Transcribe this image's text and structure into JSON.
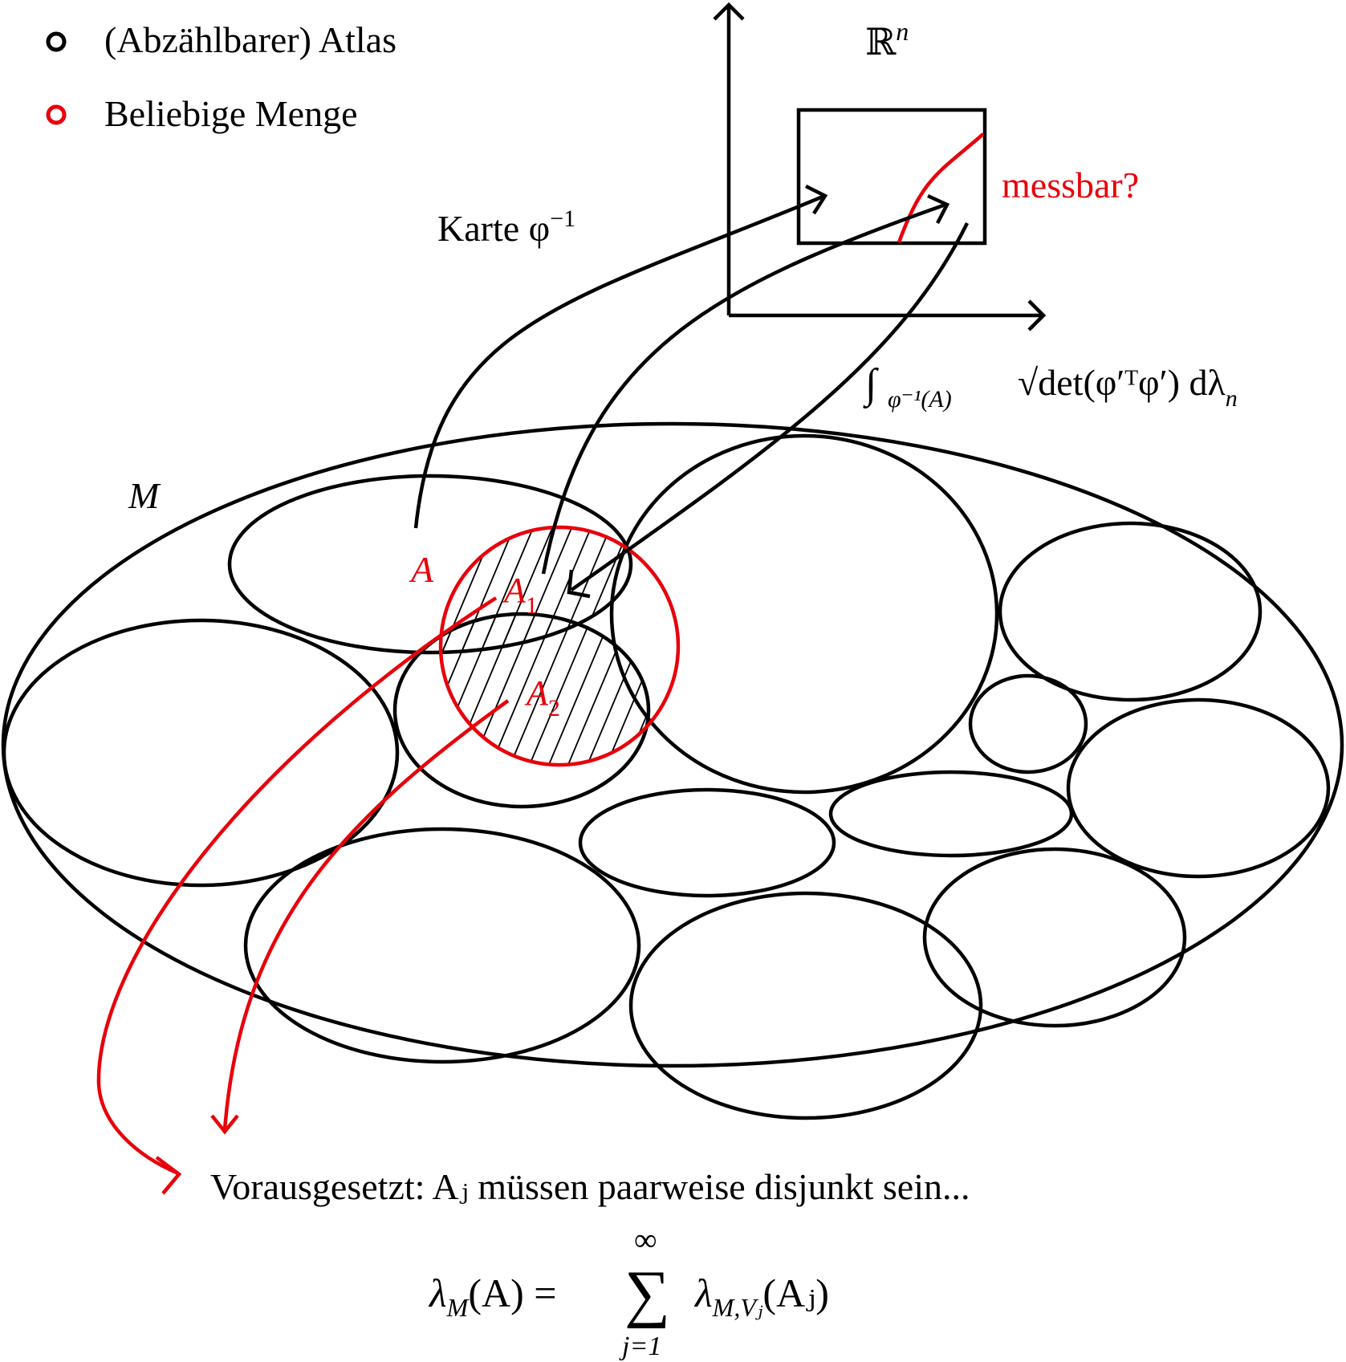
{
  "legend": {
    "atlas_label": "(Abzählbarer) Atlas",
    "set_label": "Beliebige Menge",
    "atlas_color": "#000000",
    "set_color": "#e8000b"
  },
  "labels": {
    "space": "ℝ",
    "space_sup": "n",
    "measurable": "messbar?",
    "chart": "Karte φ",
    "chart_sup": "−1",
    "manifold": "M",
    "set": "A",
    "piece1_base": "A",
    "piece1_sub": "1",
    "piece2_base": "A",
    "piece2_sub": "2",
    "integral": "∫",
    "integral_domain": "φ⁻¹(A)",
    "integrand": "√det(φ′ᵀφ′) dλ",
    "integrand_sub": "n",
    "note": "Vorausgesetzt: Aⱼ müssen paarweise disjunkt sein...",
    "formula_lhs": "λ",
    "formula_lhs_sub": "M",
    "formula_lhs_arg": "(A) =",
    "formula_sum": "∑",
    "formula_sum_top": "∞",
    "formula_sum_bottom": "j=1",
    "formula_term": "λ",
    "formula_term_sub": "M,Vⱼ",
    "formula_term_arg": "(Aⱼ)"
  },
  "colors": {
    "ink": "#000000",
    "accent_red": "#e8000b"
  }
}
